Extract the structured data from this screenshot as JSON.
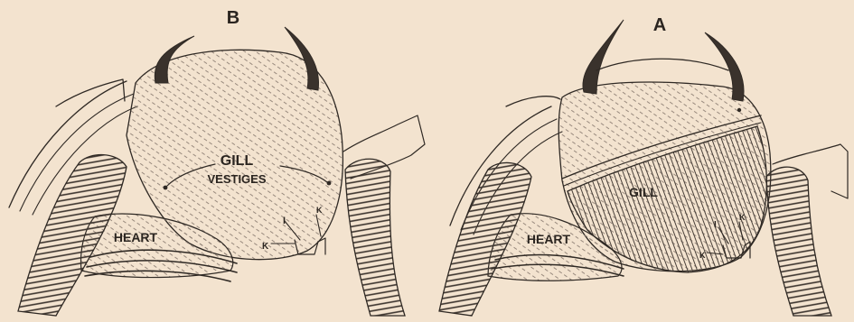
{
  "panels": {
    "b": {
      "letter": "B",
      "gill_label": "GILL",
      "vestiges_label": "VESTIGES",
      "heart_label": "HEART",
      "mark_i": "I",
      "mark_k1": "K",
      "mark_k2": "K"
    },
    "a": {
      "letter": "A",
      "gill_label": "GILL",
      "heart_label": "HEART",
      "mark_i": "I",
      "mark_k1": "K",
      "mark_k2": "K"
    }
  },
  "colors": {
    "paper": "#f3e3cf",
    "ink": "#2f2924",
    "shade": "#8d7f74"
  }
}
